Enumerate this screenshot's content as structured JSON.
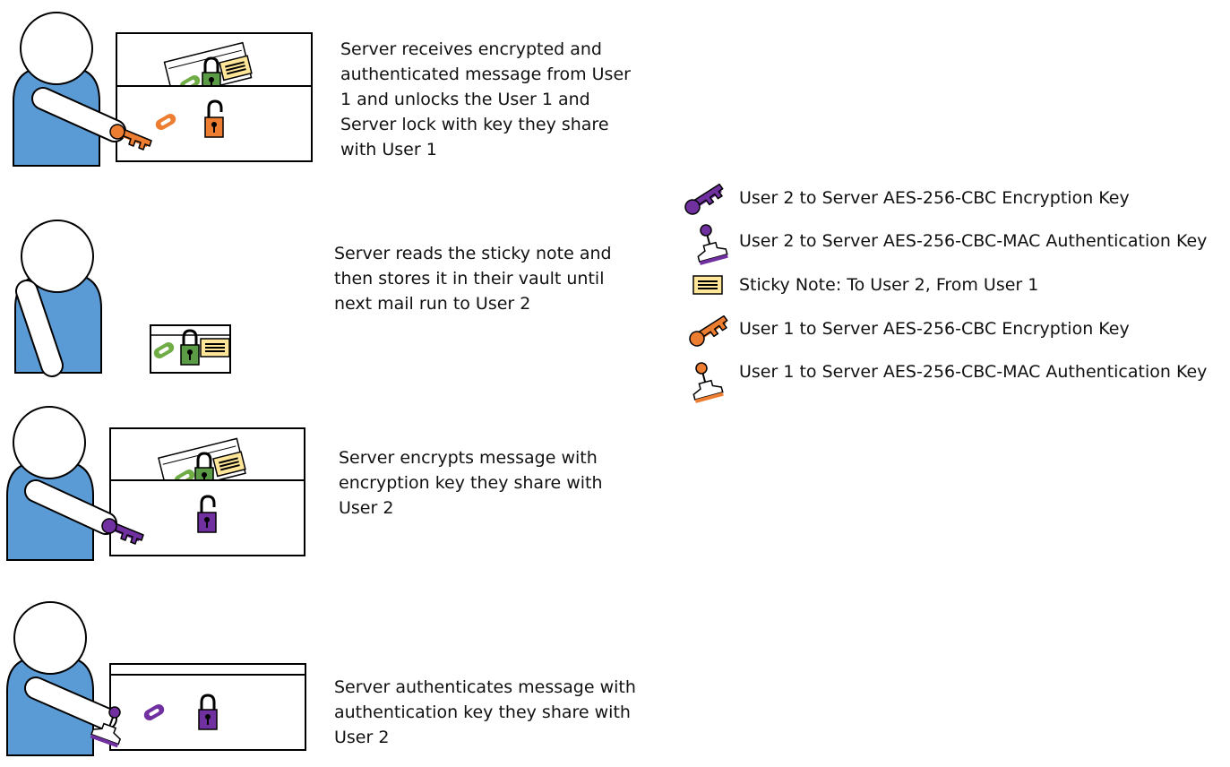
{
  "colors": {
    "person": "#5b9bd5",
    "outline": "#000000",
    "user1": "#ed7d31",
    "user2": "#7030a0",
    "green": "#70ad47",
    "lock_green": "#5b9b45",
    "sticky": "#ffe699"
  },
  "steps": [
    {
      "caption": "Server receives encrypted and authenticated message from User 1 and unlocks the User 1 and Server lock with key they share with User 1"
    },
    {
      "caption": "Server reads the sticky note and then stores it in their vault until next mail run to User 2"
    },
    {
      "caption": "Server encrypts message with encryption key they share with User 2"
    },
    {
      "caption": "Server authenticates message with authentication key they share with User 2"
    }
  ],
  "legend": [
    {
      "icon": "purple-key-icon",
      "label": "User 2 to Server AES-256-CBC Encryption Key"
    },
    {
      "icon": "purple-stamp-icon",
      "label": "User 2 to Server AES-256-CBC-MAC Authentication Key"
    },
    {
      "icon": "sticky-note-icon",
      "label": "Sticky Note: To User 2, From User 1"
    },
    {
      "icon": "orange-key-icon",
      "label": "User 1 to Server AES-256-CBC Encryption Key"
    },
    {
      "icon": "orange-stamp-icon",
      "label": "User 1 to Server AES-256-CBC-MAC Authentication Key"
    }
  ]
}
